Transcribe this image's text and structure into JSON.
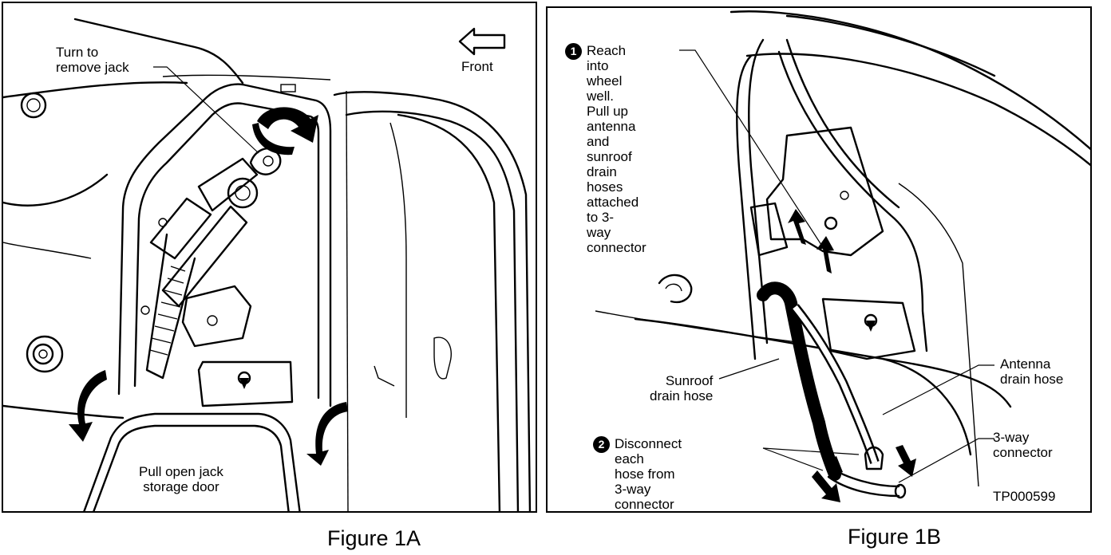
{
  "figure_a": {
    "caption": "Figure 1A",
    "label_turn_jack": "Turn to\nremove jack",
    "label_front": "Front",
    "label_pull_door": "Pull open jack\nstorage door"
  },
  "figure_b": {
    "caption": "Figure 1B",
    "step1_number": "1",
    "step1_text": "Reach into\nwheel well.\nPull up antenna\nand sunroof\ndrain hoses\nattached to 3-\nway connector",
    "step2_number": "2",
    "step2_text": "Disconnect each\nhose from 3-way\nconnector",
    "label_sunroof_hose": "Sunroof\ndrain hose",
    "label_antenna_hose": "Antenna\ndrain hose",
    "label_3way": "3-way\nconnector",
    "doc_code": "TP000599"
  }
}
